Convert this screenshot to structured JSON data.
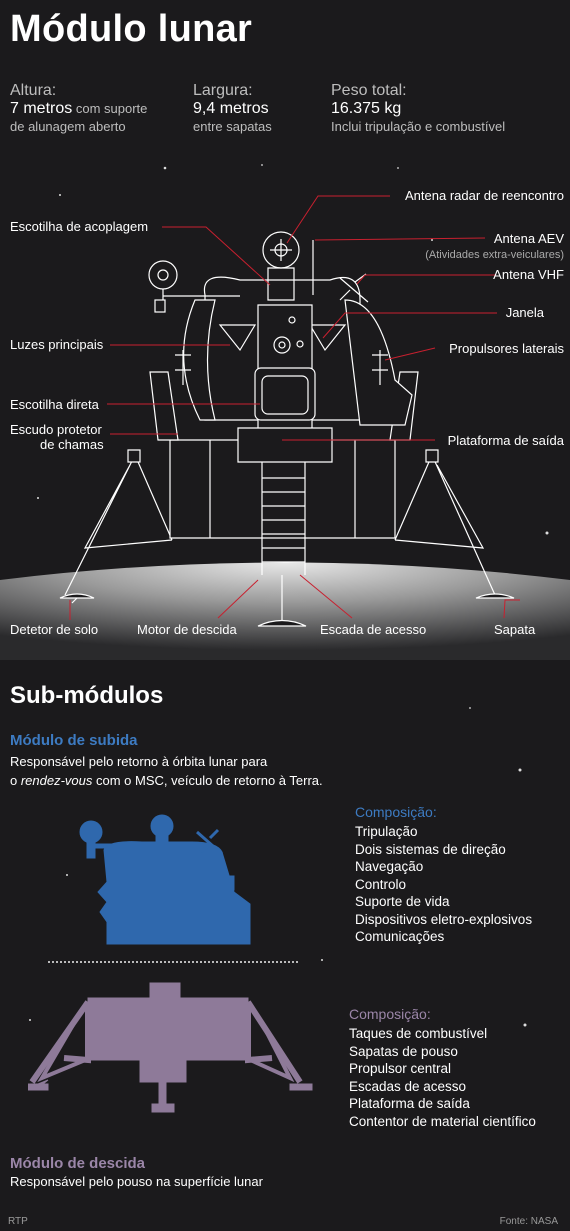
{
  "title": "Módulo lunar",
  "stats": {
    "height": {
      "label": "Altura:",
      "value": "7 metros",
      "suffix": " com suporte",
      "note": "de alunagem aberto"
    },
    "width": {
      "label": "Largura:",
      "value": "9,4 metros",
      "note": "entre sapatas"
    },
    "weight": {
      "label": "Peso  total:",
      "value": "16.375 kg",
      "note": "Inclui tripulação e combustível"
    }
  },
  "callouts": {
    "radar": "Antena radar de reencontro",
    "docking_hatch": "Escotilha de acoplagem",
    "aev": "Antena AEV",
    "aev_note": "(Atividades extra-veiculares)",
    "vhf": "Antena VHF",
    "window": "Janela",
    "main_lights": "Luzes principais",
    "side_thrusters": "Propulsores laterais",
    "front_hatch": "Escotilha direta",
    "flame_shield_1": "Escudo protetor",
    "flame_shield_2": "de chamas",
    "exit_platform": "Plataforma de saída",
    "ground_sensor": "Detetor de solo",
    "descent_engine": "Motor de descida",
    "ladder": "Escada de acesso",
    "footpad": "Sapata"
  },
  "submodules": {
    "title": "Sub-módulos",
    "ascent": {
      "name": "Módulo de subida",
      "desc_1": "Responsável pelo retorno à órbita lunar para",
      "desc_2a": "o ",
      "desc_2b": "rendez-vous",
      "desc_2c": " com o MSC, veículo de retorno à Terra.",
      "comp_title": "Composição:",
      "components": [
        "Tripulação",
        "Dois sistemas de direção",
        "Navegação",
        "Controlo",
        "Suporte de vida",
        "Dispositivos eletro-explosivos",
        "Comunicações"
      ],
      "color": "#2f68ad"
    },
    "descent": {
      "name": "Módulo de descida",
      "desc": "Responsável pelo pouso na superfície lunar",
      "comp_title": "Composição:",
      "components": [
        "Taques de combustível",
        "Sapatas de pouso",
        "Propulsor central",
        "Escadas de acesso",
        "Plataforma de saída",
        "Contentor de material científico"
      ],
      "color": "#8e7a99"
    }
  },
  "credit": "RTP",
  "source": "Fonte: NASA",
  "colors": {
    "background": "#1b1a1c",
    "leader": "#c8202f",
    "line_art": "#ffffff"
  }
}
